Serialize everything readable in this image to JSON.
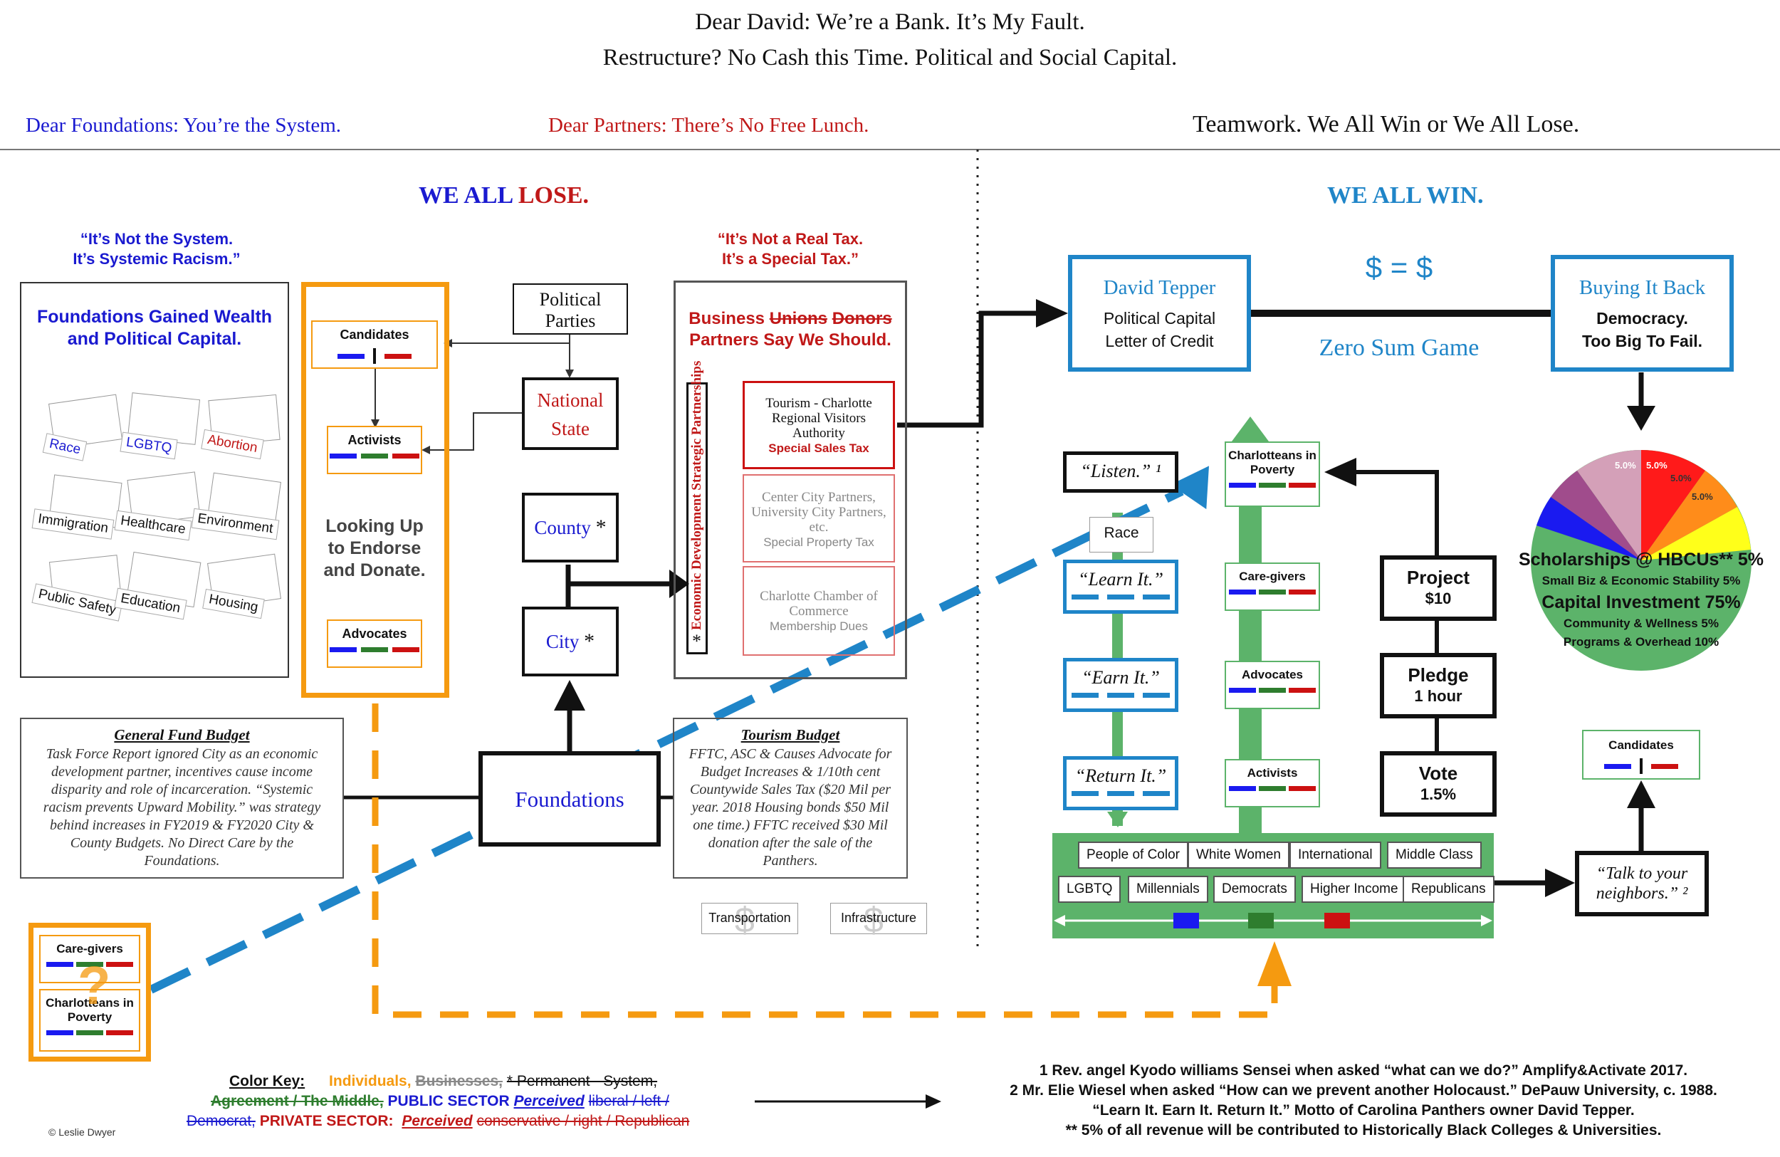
{
  "header": {
    "title_line1": "Dear David:  We’re a Bank. It’s My Fault.",
    "title_line2": "Restructure? No Cash this Time. Political and Social Capital.",
    "foundations": "Dear Foundations:  You’re the System.",
    "partners": "Dear Partners:  There’s No Free Lunch.",
    "teamwork": "Teamwork. We All Win or We All Lose."
  },
  "left": {
    "heading_we_all": "WE ALL",
    "heading_lose": "LOSE.",
    "quote_system_1": "“It’s Not the System.",
    "quote_system_2": "It’s Systemic Racism.”",
    "quote_tax_1": "“It’s Not a Real Tax.",
    "quote_tax_2": "It’s a Special Tax.”",
    "foundations_gained": "Foundations Gained Wealth and Political Capital.",
    "issues": [
      "Race",
      "LGBTQ",
      "Abortion",
      "Immigration",
      "Healthcare",
      "Environment",
      "Public Safety",
      "Education",
      "Housing"
    ],
    "candidates": "Candidates",
    "activists": "Activists",
    "advocates": "Advocates",
    "looking_up": "Looking Up to Endorse and Donate.",
    "political_parties": "Political Parties",
    "national": "National",
    "state": "State",
    "county": "County",
    "city": "City",
    "asterisk": "*",
    "business": "Business",
    "unions": "Unions",
    "donors": "Donors",
    "partners_say": "Partners Say We Should.",
    "edsp": "Economic Development Strategic Partnerships",
    "tourism_authority": "Tourism - Charlotte Regional Visitors Authority",
    "special_sales_tax": "Special Sales Tax",
    "center_city": "Center City Partners, University City Partners, etc.",
    "special_property_tax": "Special Property Tax",
    "chamber": "Charlotte Chamber of Commerce",
    "membership_dues": "Membership Dues",
    "general_fund_title": "General Fund Budget",
    "general_fund_text": "Task Force Report ignored City as an economic development partner, incentives cause income disparity and role of incarceration. “Systemic racism prevents Upward Mobility.” was strategy behind increases in FY2019 & FY2020 City & County Budgets.  No Direct Care by the Foundations.",
    "foundations_box": "Foundations",
    "tourism_budget_title": "Tourism Budget",
    "tourism_budget_text": "FFTC, ASC & Causes Advocate for Budget Increases & 1/10th cent Countywide Sales Tax ($20 Mil per year. 2018 Housing bonds $50 Mil one time.) FFTC received $30 Mil donation after the sale of the Panthers.",
    "transportation": "Transportation",
    "infrastructure": "Infrastructure",
    "dollar": "$",
    "care_givers": "Care-givers",
    "charlotteans_poverty": "Charlotteans in Poverty",
    "question": "?"
  },
  "right": {
    "heading": "WE ALL WIN.",
    "david_tepper": "David Tepper",
    "political_capital": "Political Capital",
    "letter_of_credit": "Letter of Credit",
    "dollar_eq": "$ = $",
    "zero_sum": "Zero Sum Game",
    "buying_back": "Buying It Back",
    "democracy": "Democracy.",
    "too_big": "Too Big To Fail.",
    "listen": "“Listen.” ¹",
    "race": "Race",
    "learn": "“Learn It.”",
    "earn": "“Earn It.”",
    "return": "“Return It.”",
    "charlotteans_poverty": "Charlotteans in Poverty",
    "care_givers": "Care-givers",
    "advocates": "Advocates",
    "activists": "Activists",
    "project": "Project",
    "project_amt": "$10",
    "pledge": "Pledge",
    "pledge_amt": "1 hour",
    "vote": "Vote",
    "vote_amt": "1.5%",
    "groups_row1": [
      "People of Color",
      "White Women",
      "International",
      "Middle Class"
    ],
    "groups_row2": [
      "LGBTQ",
      "Millennials",
      "Democrats",
      "Higher Income",
      "Republicans"
    ],
    "talk_neighbors": "“Talk to your neighbors.” ²",
    "candidates": "Candidates"
  },
  "pie": {
    "slice_labels": [
      "5.0%",
      "5.0%",
      "5.0%",
      "5.0%"
    ],
    "scholarships": "Scholarships @ HBCUs** 5%",
    "small_biz": "Small Biz & Economic Stability 5%",
    "capital_investment": "Capital Investment 75%",
    "community": "Community & Wellness   5%",
    "programs": "Programs & Overhead 10%"
  },
  "color_key": {
    "label": "Color Key:",
    "individuals": "Individuals,",
    "businesses": "Businesses,",
    "permanent": "* Permanent - System,",
    "agreement": "Agreement / The Middle,",
    "public_sector": "PUBLIC SECTOR",
    "perceived1": "Perceived",
    "liberal": "liberal / left /",
    "democrat": "Democrat,",
    "private_sector": "PRIVATE SECTOR:",
    "perceived2": "Perceived",
    "conservative": "conservative / right / Republican"
  },
  "footnotes": [
    "1 Rev. angel Kyodo williams Sensei when asked “what can we do?” Amplify&Activate 2017.",
    "2 Mr. Elie Wiesel when asked “How can we prevent another Holocaust.” DePauw University, c. 1988.",
    "“Learn It. Earn It. Return It.” Motto of Carolina Panthers owner David Tepper.",
    "** 5% of all revenue will be contributed to Historically Black Colleges & Universities."
  ],
  "copyright": "© Leslie Dwyer",
  "colors": {
    "blue": "#1a1ad0",
    "red": "#c01818",
    "orange": "#f59a10",
    "lightblue": "#1f85c8",
    "green": "#5cb36a"
  }
}
